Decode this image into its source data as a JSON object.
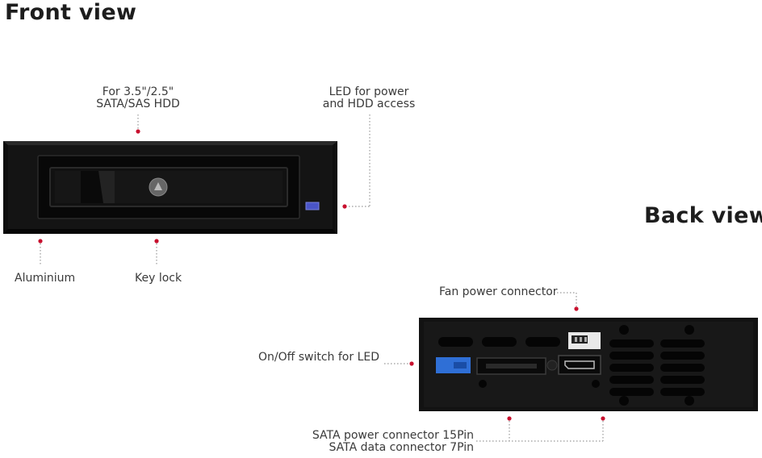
{
  "headings": {
    "front": "Front view",
    "back": "Back view"
  },
  "front_labels": {
    "hdd_line1": "For 3.5\"/2.5\"",
    "hdd_line2": "SATA/SAS HDD",
    "led_line1": "LED for power",
    "led_line2": "and HDD access",
    "aluminium": "Aluminium",
    "key_lock": "Key lock"
  },
  "back_labels": {
    "fan": "Fan power connector",
    "switch": "On/Off switch for LED",
    "sata_power": "SATA power connector 15Pin",
    "sata_data": "SATA data connector 7Pin"
  },
  "colors": {
    "marker": "#c8102e",
    "device": "#151515",
    "led": "#4a55c8",
    "switch": "#2f6fd6"
  }
}
